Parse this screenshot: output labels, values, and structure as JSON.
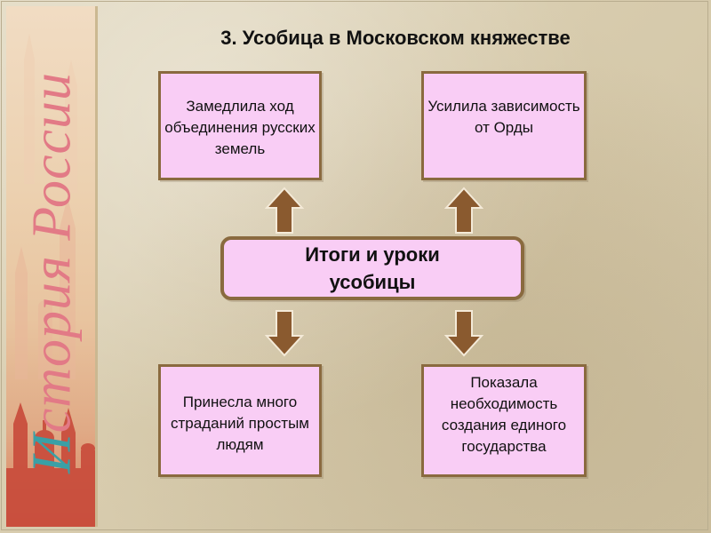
{
  "side_banner": {
    "cap_letter": "И",
    "text": "стория России"
  },
  "title": "3. Усобица в Московском княжестве",
  "center": {
    "text": "Итоги и уроки усобицы"
  },
  "boxes": {
    "top_left": "Замедлила ход объединения русских земель",
    "top_right": "Усилила зависимость от Орды",
    "bottom_left": "Принесла много страданий простым людям",
    "bottom_right": "Показала необходимость создания единого государства"
  },
  "colors": {
    "box_fill": "#f9cdf5",
    "box_border": "#8a6a3f",
    "arrow_fill": "#8a5a2f"
  }
}
